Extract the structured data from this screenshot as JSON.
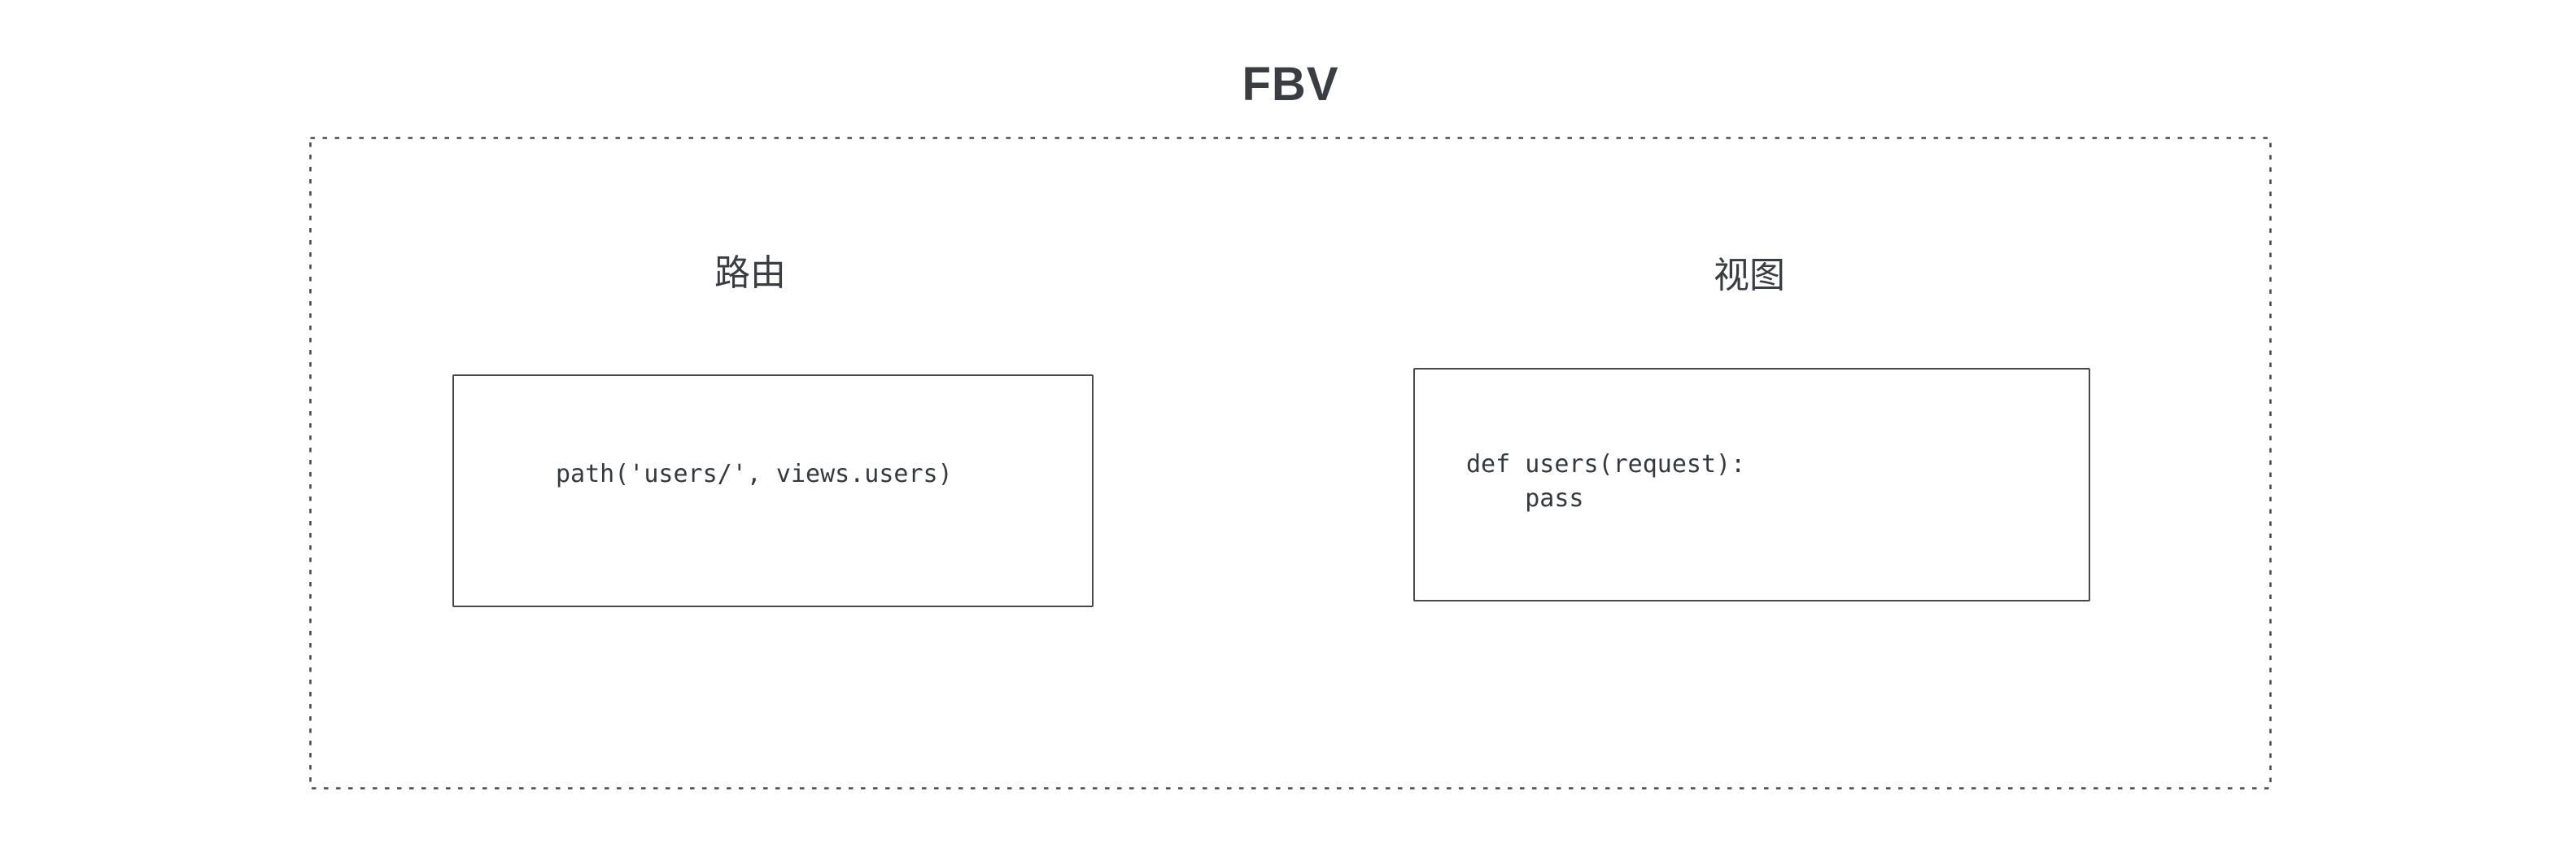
{
  "diagram": {
    "title": "FBV",
    "group": {
      "sections": [
        {
          "id": "route",
          "label": "路由",
          "code": "path('users/', views.users)"
        },
        {
          "id": "view",
          "label": "视图",
          "code": "def users(request):\n    pass"
        }
      ]
    }
  },
  "colors": {
    "background": "#ffffff",
    "group_border": "#4a4a4a",
    "box_border": "#47494b",
    "text": "#36393d",
    "heading": "#3a3e42"
  }
}
